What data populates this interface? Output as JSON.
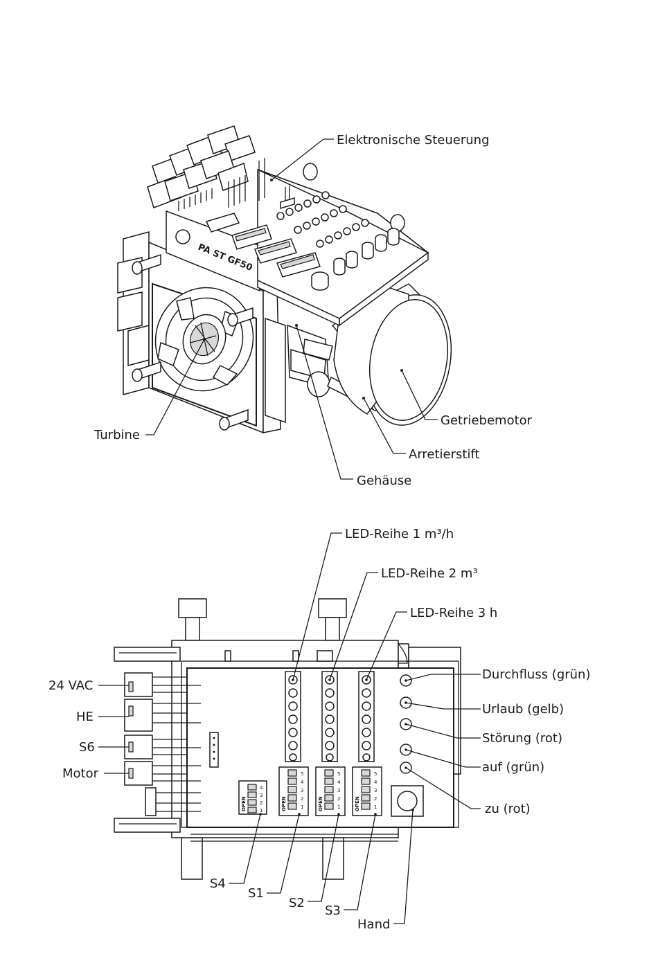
{
  "top_labels": {
    "steuerung": "Elektronische Steuerung",
    "turbine": "Turbine",
    "getriebemotor": "Getriebemotor",
    "arretierstift": "Arretierstift",
    "gehaeuse": "Gehäuse",
    "housing_print": "PA   ST   GF50"
  },
  "bottom_labels": {
    "led1": "LED-Reihe 1   m³/h",
    "led2": "LED-Reihe 2   m³",
    "led3": "LED-Reihe 3   h",
    "durchfluss": "Durchfluss (grün)",
    "urlaub": "Urlaub (gelb)",
    "stoerung": "Störung (rot)",
    "auf": "auf (grün)",
    "zu": "zu (rot)",
    "vac": "24 VAC",
    "he": "HE",
    "s6": "S6",
    "motor": "Motor",
    "s4": "S4",
    "s1": "S1",
    "s2": "S2",
    "s3": "S3",
    "hand": "Hand"
  },
  "dip_switch": {
    "open_label": "OPEN",
    "positions_4": [
      "1",
      "2",
      "3",
      "4"
    ],
    "positions_5": [
      "1",
      "2",
      "3",
      "4",
      "5"
    ]
  },
  "colors": {
    "line": "#1a1a1a",
    "background": "#ffffff"
  }
}
